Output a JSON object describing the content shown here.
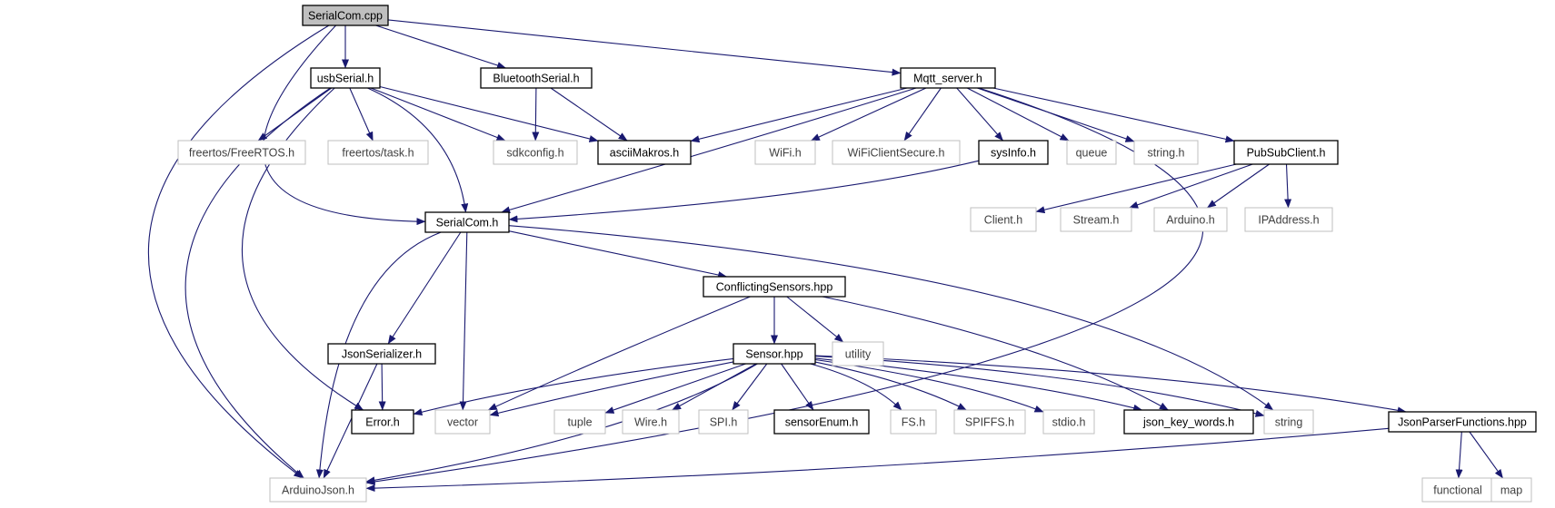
{
  "diagram": {
    "colors": {
      "edge": "#191970",
      "node_border_primary": "#000000",
      "node_border_secondary": "#bfbfbf",
      "root_fill": "#bfbfbf",
      "text_primary": "#000000",
      "text_secondary": "#3f3f3f"
    },
    "nodes": [
      {
        "id": "serialcom_cpp",
        "label": "SerialCom.cpp",
        "style": "root"
      },
      {
        "id": "usbserial_h",
        "label": "usbSerial.h",
        "style": "primary"
      },
      {
        "id": "bluetoothserial_h",
        "label": "BluetoothSerial.h",
        "style": "primary"
      },
      {
        "id": "mqtt_server_h",
        "label": "Mqtt_server.h",
        "style": "primary"
      },
      {
        "id": "freertos_h",
        "label": "freertos/FreeRTOS.h",
        "style": "secondary"
      },
      {
        "id": "freertos_task_h",
        "label": "freertos/task.h",
        "style": "secondary"
      },
      {
        "id": "sdkconfig_h",
        "label": "sdkconfig.h",
        "style": "secondary"
      },
      {
        "id": "asciimakros_h",
        "label": "asciiMakros.h",
        "style": "primary"
      },
      {
        "id": "wifi_h",
        "label": "WiFi.h",
        "style": "secondary"
      },
      {
        "id": "wificlientsecure_h",
        "label": "WiFiClientSecure.h",
        "style": "secondary"
      },
      {
        "id": "sysinfo_h",
        "label": "sysInfo.h",
        "style": "primary"
      },
      {
        "id": "queue",
        "label": "queue",
        "style": "secondary"
      },
      {
        "id": "string_h",
        "label": "string.h",
        "style": "secondary"
      },
      {
        "id": "pubsubclient_h",
        "label": "PubSubClient.h",
        "style": "primary"
      },
      {
        "id": "serialcom_h",
        "label": "SerialCom.h",
        "style": "primary"
      },
      {
        "id": "client_h",
        "label": "Client.h",
        "style": "secondary"
      },
      {
        "id": "stream_h",
        "label": "Stream.h",
        "style": "secondary"
      },
      {
        "id": "arduino_h",
        "label": "Arduino.h",
        "style": "secondary"
      },
      {
        "id": "ipaddress_h",
        "label": "IPAddress.h",
        "style": "secondary"
      },
      {
        "id": "conflictingsensors_hpp",
        "label": "ConflictingSensors.hpp",
        "style": "primary"
      },
      {
        "id": "jsonserializer_h",
        "label": "JsonSerializer.h",
        "style": "primary"
      },
      {
        "id": "sensor_hpp",
        "label": "Sensor.hpp",
        "style": "primary"
      },
      {
        "id": "utility",
        "label": "utility",
        "style": "secondary"
      },
      {
        "id": "error_h",
        "label": "Error.h",
        "style": "primary"
      },
      {
        "id": "vector",
        "label": "vector",
        "style": "secondary"
      },
      {
        "id": "tuple",
        "label": "tuple",
        "style": "secondary"
      },
      {
        "id": "wire_h",
        "label": "Wire.h",
        "style": "secondary"
      },
      {
        "id": "spi_h",
        "label": "SPI.h",
        "style": "secondary"
      },
      {
        "id": "sensorenum_h",
        "label": "sensorEnum.h",
        "style": "primary"
      },
      {
        "id": "fs_h",
        "label": "FS.h",
        "style": "secondary"
      },
      {
        "id": "spiffs_h",
        "label": "SPIFFS.h",
        "style": "secondary"
      },
      {
        "id": "stdio_h",
        "label": "stdio.h",
        "style": "secondary"
      },
      {
        "id": "json_key_words_h",
        "label": "json_key_words.h",
        "style": "primary"
      },
      {
        "id": "string",
        "label": "string",
        "style": "secondary"
      },
      {
        "id": "jsonparserfunctions_hpp",
        "label": "JsonParserFunctions.hpp",
        "style": "primary"
      },
      {
        "id": "arduinojson_h",
        "label": "ArduinoJson.h",
        "style": "secondary"
      },
      {
        "id": "functional",
        "label": "functional",
        "style": "secondary"
      },
      {
        "id": "map",
        "label": "map",
        "style": "secondary"
      }
    ],
    "edges": [
      [
        "serialcom_cpp",
        "usbserial_h"
      ],
      [
        "serialcom_cpp",
        "bluetoothserial_h"
      ],
      [
        "serialcom_cpp",
        "mqtt_server_h"
      ],
      [
        "serialcom_cpp",
        "serialcom_h"
      ],
      [
        "serialcom_cpp",
        "arduinojson_h"
      ],
      [
        "usbserial_h",
        "freertos_h"
      ],
      [
        "usbserial_h",
        "freertos_task_h"
      ],
      [
        "usbserial_h",
        "sdkconfig_h"
      ],
      [
        "usbserial_h",
        "asciimakros_h"
      ],
      [
        "usbserial_h",
        "serialcom_h"
      ],
      [
        "usbserial_h",
        "error_h"
      ],
      [
        "usbserial_h",
        "arduinojson_h"
      ],
      [
        "bluetoothserial_h",
        "sdkconfig_h"
      ],
      [
        "bluetoothserial_h",
        "asciimakros_h"
      ],
      [
        "mqtt_server_h",
        "asciimakros_h"
      ],
      [
        "mqtt_server_h",
        "wifi_h"
      ],
      [
        "mqtt_server_h",
        "wificlientsecure_h"
      ],
      [
        "mqtt_server_h",
        "sysinfo_h"
      ],
      [
        "mqtt_server_h",
        "queue"
      ],
      [
        "mqtt_server_h",
        "string_h"
      ],
      [
        "mqtt_server_h",
        "pubsubclient_h"
      ],
      [
        "mqtt_server_h",
        "serialcom_h"
      ],
      [
        "mqtt_server_h",
        "arduinojson_h"
      ],
      [
        "sysinfo_h",
        "serialcom_h"
      ],
      [
        "pubsubclient_h",
        "client_h"
      ],
      [
        "pubsubclient_h",
        "stream_h"
      ],
      [
        "pubsubclient_h",
        "arduino_h"
      ],
      [
        "pubsubclient_h",
        "ipaddress_h"
      ],
      [
        "serialcom_h",
        "conflictingsensors_hpp"
      ],
      [
        "serialcom_h",
        "jsonserializer_h"
      ],
      [
        "serialcom_h",
        "vector"
      ],
      [
        "serialcom_h",
        "string"
      ],
      [
        "serialcom_h",
        "arduinojson_h"
      ],
      [
        "conflictingsensors_hpp",
        "sensor_hpp"
      ],
      [
        "conflictingsensors_hpp",
        "utility"
      ],
      [
        "conflictingsensors_hpp",
        "vector"
      ],
      [
        "conflictingsensors_hpp",
        "json_key_words_h"
      ],
      [
        "jsonserializer_h",
        "error_h"
      ],
      [
        "jsonserializer_h",
        "arduinojson_h"
      ],
      [
        "sensor_hpp",
        "error_h"
      ],
      [
        "sensor_hpp",
        "vector"
      ],
      [
        "sensor_hpp",
        "tuple"
      ],
      [
        "sensor_hpp",
        "wire_h"
      ],
      [
        "sensor_hpp",
        "spi_h"
      ],
      [
        "sensor_hpp",
        "sensorenum_h"
      ],
      [
        "sensor_hpp",
        "fs_h"
      ],
      [
        "sensor_hpp",
        "spiffs_h"
      ],
      [
        "sensor_hpp",
        "stdio_h"
      ],
      [
        "sensor_hpp",
        "json_key_words_h"
      ],
      [
        "sensor_hpp",
        "string"
      ],
      [
        "sensor_hpp",
        "jsonparserfunctions_hpp"
      ],
      [
        "sensor_hpp",
        "arduinojson_h"
      ],
      [
        "jsonparserfunctions_hpp",
        "functional"
      ],
      [
        "jsonparserfunctions_hpp",
        "map"
      ],
      [
        "jsonparserfunctions_hpp",
        "arduinojson_h"
      ]
    ]
  }
}
